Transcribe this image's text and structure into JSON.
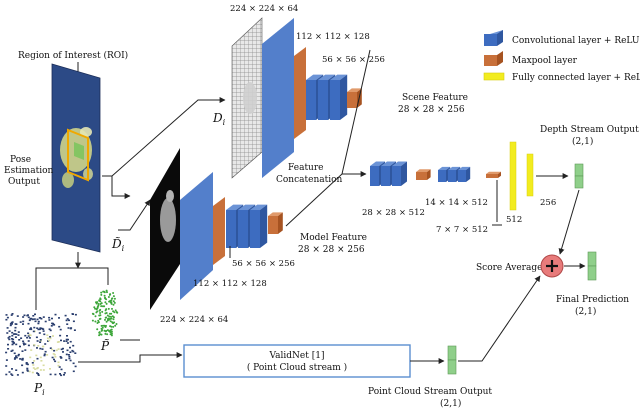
{
  "legend": {
    "conv": "Convolutional layer + ReLU",
    "pool": "Maxpool layer",
    "fc": "Fully connected layer + ReLU"
  },
  "colors": {
    "conv": "#3d6cc0",
    "pool": "#c8703a",
    "fc": "#f2ec1f",
    "output": "#8fcf8a"
  },
  "roi_label": "Region of Interest (ROI)",
  "pose_label": [
    "Pose",
    "Estimation",
    "Output"
  ],
  "top_stream": {
    "input_dim": "224 × 224 × 64",
    "dim_112": "112 × 112 × 128",
    "dim_56": "56 × 56 × 256",
    "feature_title": "Scene Feature",
    "feature_dim": "28 × 28 × 256",
    "symbol": "D_i"
  },
  "bottom_stream": {
    "input_dim": "224 × 224 × 64",
    "dim_112": "112 × 112 × 128",
    "dim_56": "56 × 56 × 256",
    "feature_title": "Model Feature",
    "feature_dim": "28 × 28 × 256",
    "symbol": "D̃_i"
  },
  "concat_label": [
    "Feature",
    "Concatenation"
  ],
  "dims": {
    "d28": "28 × 28 × 512",
    "d14": "14 × 14 × 512",
    "d7": "7 × 7 × 512",
    "fc512": "512",
    "fc256": "256"
  },
  "depth_output": {
    "title": "Depth Stream Output",
    "shape": "(2,1)"
  },
  "score_average": "Score Average",
  "final_prediction": {
    "title": "Final Prediction",
    "shape": "(2,1)"
  },
  "validnet": {
    "line1": "ValidNet [1]",
    "line2": "( Point Cloud stream )"
  },
  "pc_output": {
    "title": "Point Cloud Stream Output",
    "shape": "(2,1)"
  },
  "symbols": {
    "p_tilde": "P̃",
    "p_i": "P_i"
  }
}
